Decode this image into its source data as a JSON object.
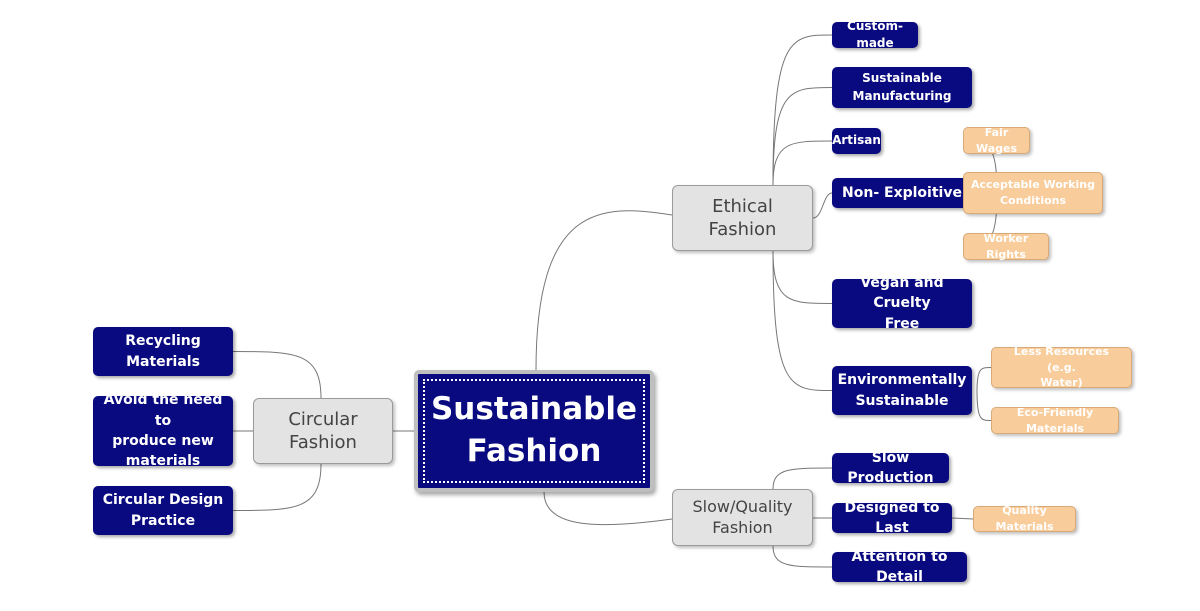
{
  "mindmap": {
    "root": "Sustainable\nFashion",
    "branches": {
      "circular": {
        "label": "Circular\nFashion",
        "children": [
          "Recycling\nMaterials",
          "Avoid the need to\nproduce new\nmaterials",
          "Circular Design\nPractice"
        ]
      },
      "ethical": {
        "label": "Ethical\nFashion",
        "children": {
          "custom_made": "Custom-made",
          "sustainable_manufacturing": "Sustainable\nManufacturing",
          "artisan": "Artisan",
          "non_exploitive": {
            "label": "Non- Exploitive",
            "children": [
              "Fair Wages",
              "Acceptable Working\nConditions",
              "Worker Rights"
            ]
          },
          "vegan": "Vegan and Cruelty\nFree",
          "environmental": {
            "label": "Environmentally\nSustainable",
            "children": [
              "Less Resources (e.g.\nWater)",
              "Eco-Friendly Materials"
            ]
          }
        }
      },
      "slow": {
        "label": "Slow/Quality\nFashion",
        "children": {
          "slow_production": "Slow Production",
          "designed_to_last": {
            "label": "Designed to Last",
            "children": [
              "Quality Materials"
            ]
          },
          "attention": "Attention to Detail"
        }
      }
    }
  },
  "colors": {
    "root_fill": "#0a0a80",
    "main_fill": "#e3e3e3",
    "sub_fill": "#0a0a80",
    "leaf_fill": "#f9cc9b",
    "link": "#777777"
  }
}
